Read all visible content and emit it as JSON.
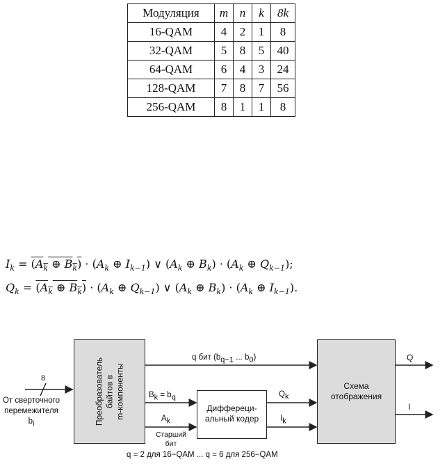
{
  "table": {
    "headers": [
      "Модуляция",
      "m",
      "n",
      "k",
      "8k"
    ],
    "rows": [
      [
        "16-QAM",
        "4",
        "2",
        "1",
        "8"
      ],
      [
        "32-QAM",
        "5",
        "8",
        "5",
        "40"
      ],
      [
        "64-QAM",
        "6",
        "4",
        "3",
        "24"
      ],
      [
        "128-QAM",
        "7",
        "8",
        "7",
        "56"
      ],
      [
        "256-QAM",
        "8",
        "1",
        "1",
        "8"
      ]
    ]
  },
  "formulas": {
    "line1": "I_k = (A_k ⊕ B_k)‾ · (A_k ⊕ I_{k−1}) ∨ (A_k ⊕ B_k) · (A_k ⊕ Q_{k−1});",
    "line2": "Q_k = (A_k ⊕ B_k)‾ · (A_k ⊕ Q_{k−1}) ∨ (A_k ⊕ B_k) · (A_k ⊕ I_{k−1})."
  },
  "diagram": {
    "input_count": "8",
    "input_label_1": "От сверточного",
    "input_label_2": "перемежителя",
    "input_label_3": "b",
    "input_label_3_sub": "i",
    "converter_line1": "Преобразователь",
    "converter_line2": "байтов в",
    "converter_line3": "m-компоненты",
    "top_signal": "q бит (b",
    "top_signal_sub1": "q−1",
    "top_signal_mid": " ... b",
    "top_signal_sub2": "0",
    "top_signal_end": ")",
    "bk_label": "B",
    "bk_sub": "k",
    "bk_eq": " = b",
    "bk_eq_sub": "q",
    "ak_label": "A",
    "ak_sub": "k",
    "diff_line1": "Диффереци-",
    "diff_line2": "альный кодер",
    "qk_label": "Q",
    "qk_sub": "k",
    "ik_label": "I",
    "ik_sub": "k",
    "mapper_line1": "Схема",
    "mapper_line2": "отображения",
    "out_q": "Q",
    "out_i": "I",
    "msb_line1": "Старший",
    "msb_line2": "бит",
    "caption": "q = 2  для 16−QAM ... q = 6  для 256−QAM"
  }
}
